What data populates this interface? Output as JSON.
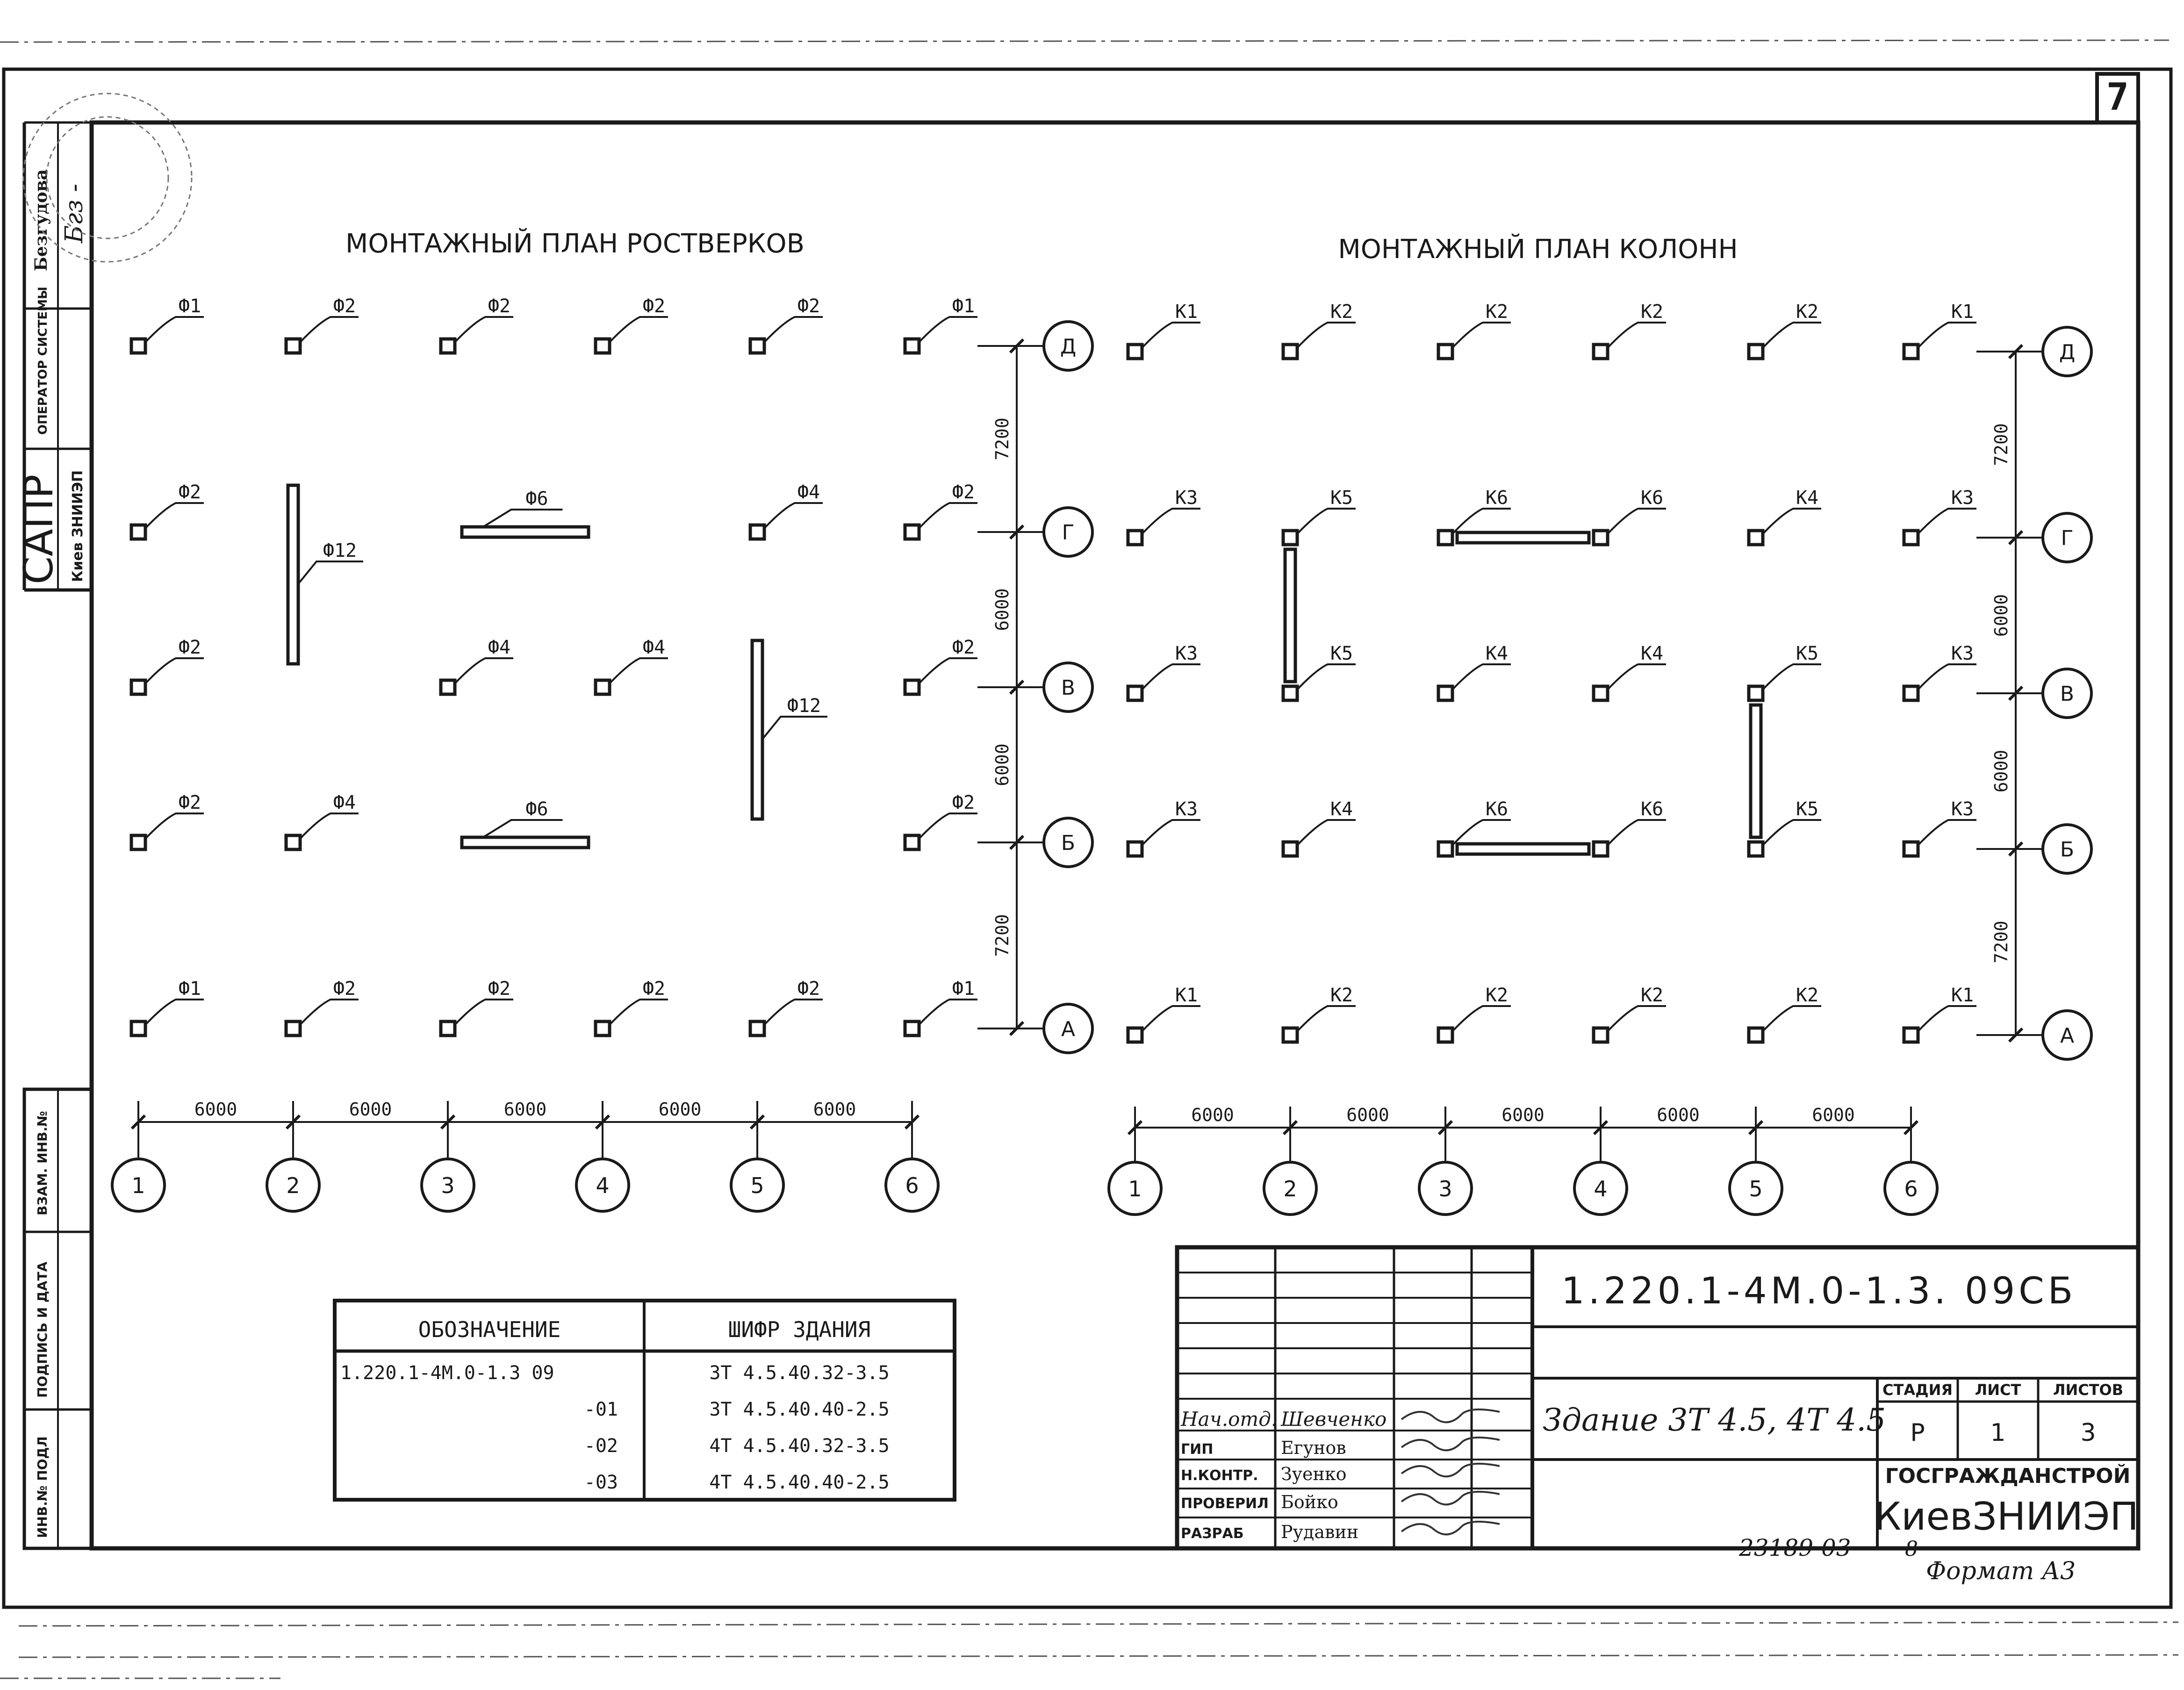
{
  "sheet_number": "7",
  "left_strip": {
    "signature_name": "Безгудова",
    "signature_mark": "Бгз -",
    "operator_label": "ОПЕРАТОР СИСТЕМЫ",
    "sapr": "САПР",
    "sapr_org": "Киев ЗНИИЭП",
    "fields": [
      "ВЗАМ. ИНВ.№",
      "ПОДПИСЬ И ДАТА",
      "ИНВ.№ ПОДЛ"
    ]
  },
  "plans": [
    {
      "id": "rostverk",
      "title": "МОНТАЖНЫЙ ПЛАН РОСТВЕРКОВ",
      "columns": [
        "1",
        "2",
        "3",
        "4",
        "5",
        "6"
      ],
      "rows": [
        "Д",
        "Г",
        "В",
        "Б",
        "А"
      ],
      "col_spacing": [
        "6000",
        "6000",
        "6000",
        "6000",
        "6000"
      ],
      "row_spacing": [
        "7200",
        "6000",
        "6000",
        "7200"
      ],
      "grid": [
        [
          "Ф1",
          "Ф2",
          "Ф2",
          "Ф2",
          "Ф2",
          "Ф1"
        ],
        [
          "Ф2",
          "",
          "",
          "",
          "Ф4",
          "Ф2"
        ],
        [
          "Ф2",
          "",
          "Ф4",
          "Ф4",
          "",
          "Ф2"
        ],
        [
          "Ф2",
          "Ф4",
          "",
          "",
          "",
          "Ф2"
        ],
        [
          "Ф1",
          "Ф2",
          "Ф2",
          "Ф2",
          "Ф2",
          "Ф1"
        ]
      ],
      "beams": [
        {
          "label": "Ф6",
          "dir": "h",
          "from": [
            2,
            1
          ],
          "to": [
            3,
            1
          ]
        },
        {
          "label": "Ф12",
          "dir": "v",
          "from": [
            1,
            1
          ],
          "to": [
            1,
            2
          ]
        },
        {
          "label": "Ф12",
          "dir": "v",
          "from": [
            4,
            2
          ],
          "to": [
            4,
            3
          ]
        },
        {
          "label": "Ф6",
          "dir": "h",
          "from": [
            2,
            3
          ],
          "to": [
            3,
            3
          ]
        }
      ]
    },
    {
      "id": "kolonn",
      "title": "МОНТАЖНЫЙ ПЛАН КОЛОНН",
      "columns": [
        "1",
        "2",
        "3",
        "4",
        "5",
        "6"
      ],
      "rows": [
        "Д",
        "Г",
        "В",
        "Б",
        "А"
      ],
      "col_spacing": [
        "6000",
        "6000",
        "6000",
        "6000",
        "6000"
      ],
      "row_spacing": [
        "7200",
        "6000",
        "6000",
        "7200"
      ],
      "grid": [
        [
          "К1",
          "К2",
          "К2",
          "К2",
          "К2",
          "К1"
        ],
        [
          "К3",
          "К5",
          "К6",
          "К6",
          "К4",
          "К3"
        ],
        [
          "К3",
          "К5",
          "К4",
          "К4",
          "К5",
          "К3"
        ],
        [
          "К3",
          "К4",
          "К6",
          "К6",
          "К5",
          "К3"
        ],
        [
          "К1",
          "К2",
          "К2",
          "К2",
          "К2",
          "К1"
        ]
      ],
      "beams": [
        {
          "label": "",
          "dir": "h",
          "from": [
            2,
            1
          ],
          "to": [
            3,
            1
          ]
        },
        {
          "label": "",
          "dir": "v",
          "from": [
            1,
            1
          ],
          "to": [
            1,
            2
          ]
        },
        {
          "label": "",
          "dir": "v",
          "from": [
            4,
            2
          ],
          "to": [
            4,
            3
          ]
        },
        {
          "label": "",
          "dir": "h",
          "from": [
            2,
            3
          ],
          "to": [
            3,
            3
          ]
        }
      ]
    }
  ],
  "designation_table": {
    "headers": [
      "ОБОЗНАЧЕНИЕ",
      "ШИФР ЗДАНИЯ"
    ],
    "rows": [
      [
        "1.220.1-4М.0-1.3 09",
        "3Т 4.5.40.32-3.5"
      ],
      [
        "-01",
        "3Т 4.5.40.40-2.5"
      ],
      [
        "-02",
        "4Т 4.5.40.32-3.5"
      ],
      [
        "-03",
        "4Т 4.5.40.40-2.5"
      ]
    ]
  },
  "title_block": {
    "code": "1.220.1-4М.0-1.3. 09СБ",
    "description": "Здание 3Т 4.5, 4Т 4.5",
    "stage_headers": [
      "СТАДИЯ",
      "ЛИСТ",
      "ЛИСТОВ"
    ],
    "stage_values": [
      "Р",
      "1",
      "3"
    ],
    "org_line1": "ГОСГРАЖДАНСТРОЙ",
    "org_line2": "КиевЗНИИЭП",
    "signatures": [
      {
        "role": "Нач.отд.",
        "name": "Шевченко"
      },
      {
        "role": "ГИП",
        "name": "Егунов"
      },
      {
        "role": "Н.КОНТР.",
        "name": "Зуенко"
      },
      {
        "role": "ПРОВЕРИЛ",
        "name": "Бойко"
      },
      {
        "role": "РАЗРАБ",
        "name": "Рудавин"
      }
    ]
  },
  "footer": {
    "archive_no": "23189-03",
    "copy": "8",
    "format": "Формат А3"
  }
}
